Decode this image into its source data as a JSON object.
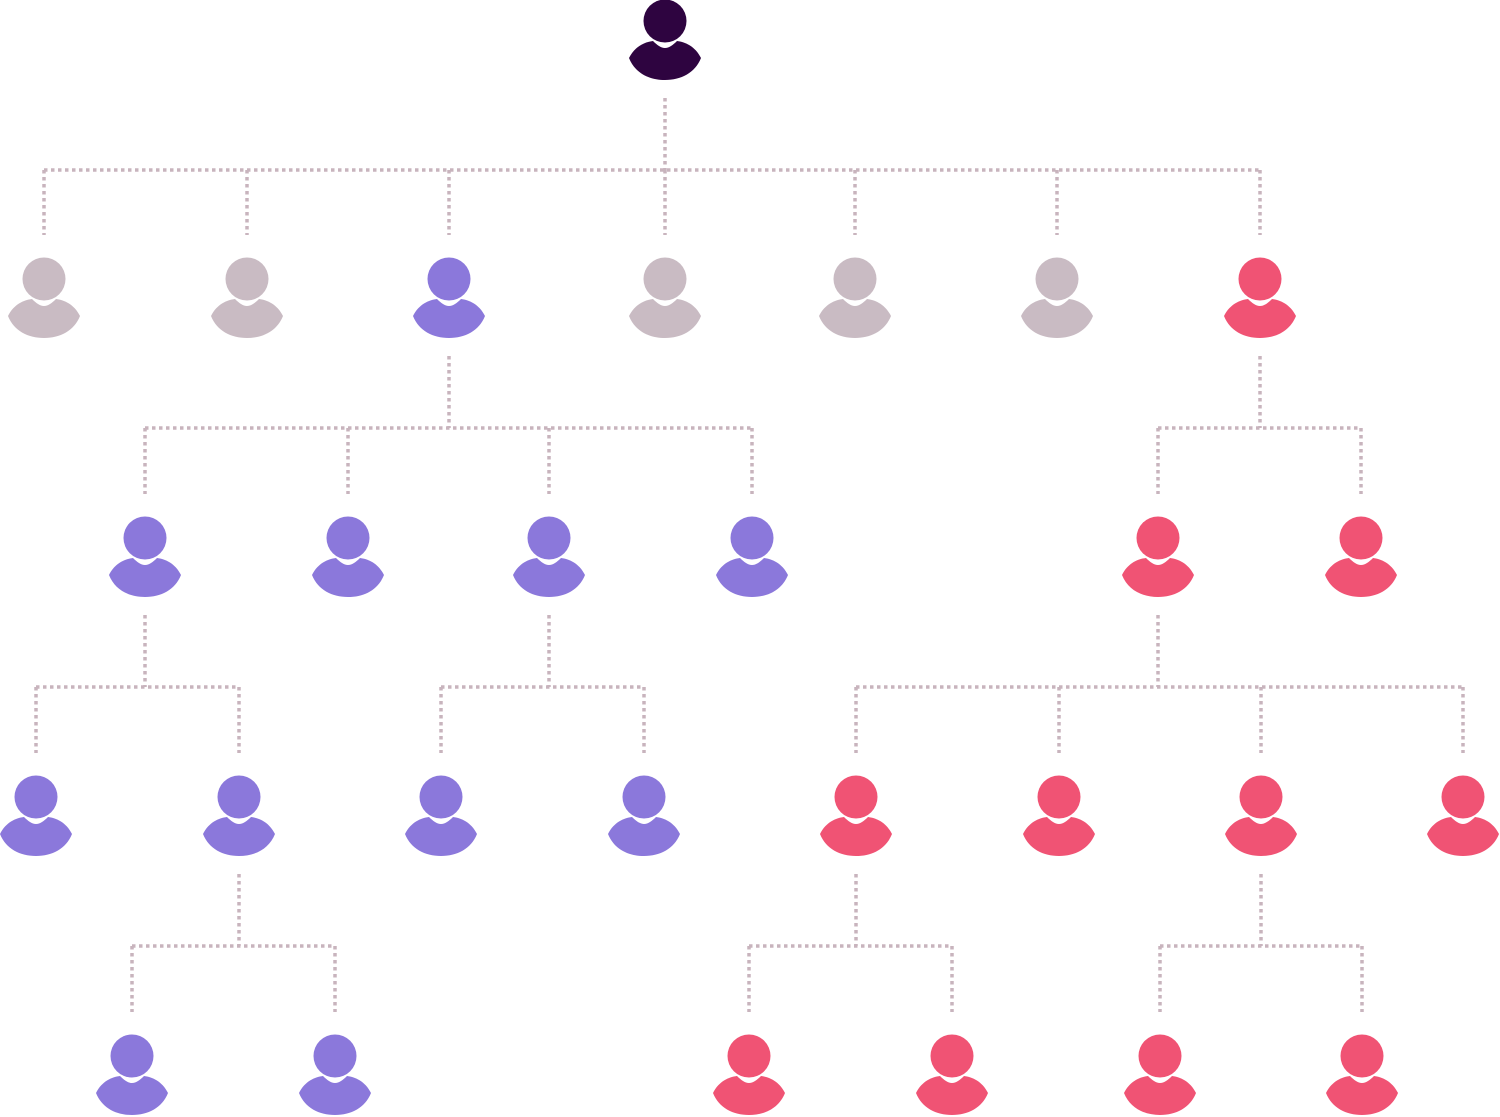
{
  "colors": {
    "root": "#2e0440",
    "inactive": "#c9bbc3",
    "purple": "#8b78db",
    "pink": "#f05374",
    "connector": "#c8b4bd"
  },
  "icon_name": "person-icon",
  "tree": {
    "id": "root",
    "color": "root",
    "children": [
      {
        "id": "l1-a",
        "color": "inactive",
        "children": []
      },
      {
        "id": "l1-b",
        "color": "inactive",
        "children": []
      },
      {
        "id": "l1-c",
        "color": "purple",
        "children": [
          {
            "id": "l2-a",
            "color": "purple",
            "children": [
              {
                "id": "l3-a",
                "color": "purple",
                "children": []
              },
              {
                "id": "l3-b",
                "color": "purple",
                "children": [
                  {
                    "id": "l4-a",
                    "color": "purple",
                    "children": []
                  },
                  {
                    "id": "l4-b",
                    "color": "purple",
                    "children": []
                  }
                ]
              }
            ]
          },
          {
            "id": "l2-b",
            "color": "purple",
            "children": []
          },
          {
            "id": "l2-c",
            "color": "purple",
            "children": [
              {
                "id": "l3-c",
                "color": "purple",
                "children": []
              },
              {
                "id": "l3-d",
                "color": "purple",
                "children": []
              }
            ]
          },
          {
            "id": "l2-d",
            "color": "purple",
            "children": []
          }
        ]
      },
      {
        "id": "l1-d",
        "color": "inactive",
        "children": []
      },
      {
        "id": "l1-e",
        "color": "inactive",
        "children": []
      },
      {
        "id": "l1-f",
        "color": "inactive",
        "children": []
      },
      {
        "id": "l1-g",
        "color": "pink",
        "children": [
          {
            "id": "l2-e",
            "color": "pink",
            "children": [
              {
                "id": "l3-e",
                "color": "pink",
                "children": [
                  {
                    "id": "l4-c",
                    "color": "pink",
                    "children": []
                  },
                  {
                    "id": "l4-d",
                    "color": "pink",
                    "children": []
                  }
                ]
              },
              {
                "id": "l3-f",
                "color": "pink",
                "children": []
              },
              {
                "id": "l3-g",
                "color": "pink",
                "children": [
                  {
                    "id": "l4-e",
                    "color": "pink",
                    "children": []
                  },
                  {
                    "id": "l4-f",
                    "color": "pink",
                    "children": []
                  }
                ]
              },
              {
                "id": "l3-h",
                "color": "pink",
                "children": []
              }
            ]
          },
          {
            "id": "l2-f",
            "color": "pink",
            "children": []
          }
        ]
      }
    ]
  }
}
